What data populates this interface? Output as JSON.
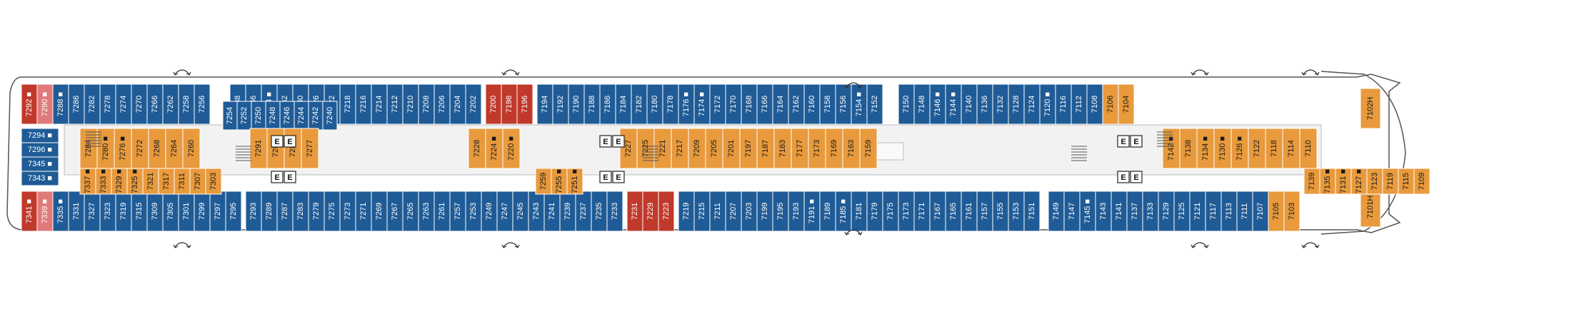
{
  "colors": {
    "balcony": "#1f5b96",
    "oceanview": "#e89a3c",
    "suite": "#c0392b",
    "suite_light": "#e07a7a",
    "hull": "#ffffff",
    "hull_stroke": "#555555",
    "corridor": "#f2f2f2",
    "text_light": "#ffffff",
    "text_dark": "#1a1a1a"
  },
  "icons": {
    "elevator": "E",
    "stairs": "stairs-icon",
    "muster": "lifeboat-arrows-icon",
    "accessible": "wheelchair-icon"
  },
  "deck_plan": {
    "upper_outer": [
      {
        "n": "7292",
        "c": "suite",
        "m": "■"
      },
      {
        "n": "7290",
        "c": "suite_light",
        "m": "■"
      },
      {
        "n": "7288",
        "c": "balcony",
        "m": "■"
      },
      {
        "n": "7286",
        "c": "balcony"
      },
      {
        "n": "7282",
        "c": "balcony"
      },
      {
        "n": "7278",
        "c": "balcony"
      },
      {
        "n": "7274",
        "c": "balcony"
      },
      {
        "n": "7270",
        "c": "balcony"
      },
      {
        "n": "7266",
        "c": "balcony"
      },
      {
        "n": "7262",
        "c": "balcony"
      },
      {
        "n": "7258",
        "c": "balcony"
      },
      {
        "n": "7256",
        "c": "balcony"
      },
      {
        "n": "7238",
        "c": "balcony"
      },
      {
        "n": "7236",
        "c": "balcony"
      },
      {
        "n": "7234",
        "c": "balcony",
        "m": "■"
      },
      {
        "n": "7232",
        "c": "balcony"
      },
      {
        "n": "7230",
        "c": "balcony"
      },
      {
        "n": "7226",
        "c": "balcony"
      },
      {
        "n": "7222",
        "c": "balcony"
      },
      {
        "n": "7218",
        "c": "balcony"
      },
      {
        "n": "7216",
        "c": "balcony"
      },
      {
        "n": "7214",
        "c": "balcony"
      },
      {
        "n": "7212",
        "c": "balcony"
      },
      {
        "n": "7210",
        "c": "balcony"
      },
      {
        "n": "7208",
        "c": "balcony"
      },
      {
        "n": "7206",
        "c": "balcony"
      },
      {
        "n": "7204",
        "c": "balcony"
      },
      {
        "n": "7202",
        "c": "balcony"
      },
      {
        "n": "7200",
        "c": "suite"
      },
      {
        "n": "7198",
        "c": "suite"
      },
      {
        "n": "7196",
        "c": "suite"
      },
      {
        "n": "7194",
        "c": "balcony"
      },
      {
        "n": "7192",
        "c": "balcony"
      },
      {
        "n": "7190",
        "c": "balcony"
      },
      {
        "n": "7188",
        "c": "balcony"
      },
      {
        "n": "7186",
        "c": "balcony"
      },
      {
        "n": "7184",
        "c": "balcony"
      },
      {
        "n": "7182",
        "c": "balcony"
      },
      {
        "n": "7180",
        "c": "balcony"
      },
      {
        "n": "7178",
        "c": "balcony"
      },
      {
        "n": "7176",
        "c": "balcony",
        "m": "■"
      },
      {
        "n": "7174",
        "c": "balcony",
        "m": "■"
      },
      {
        "n": "7172",
        "c": "balcony"
      },
      {
        "n": "7170",
        "c": "balcony"
      },
      {
        "n": "7168",
        "c": "balcony"
      },
      {
        "n": "7166",
        "c": "balcony"
      },
      {
        "n": "7164",
        "c": "balcony"
      },
      {
        "n": "7162",
        "c": "balcony"
      },
      {
        "n": "7160",
        "c": "balcony"
      },
      {
        "n": "7158",
        "c": "balcony"
      },
      {
        "n": "7156",
        "c": "balcony"
      },
      {
        "n": "7154",
        "c": "balcony",
        "m": "■"
      },
      {
        "n": "7152",
        "c": "balcony"
      },
      {
        "n": "7150",
        "c": "balcony"
      },
      {
        "n": "7148",
        "c": "balcony"
      },
      {
        "n": "7146",
        "c": "balcony",
        "m": "■"
      },
      {
        "n": "7144",
        "c": "balcony",
        "m": "■"
      },
      {
        "n": "7140",
        "c": "balcony"
      },
      {
        "n": "7136",
        "c": "balcony"
      },
      {
        "n": "7132",
        "c": "balcony"
      },
      {
        "n": "7128",
        "c": "balcony"
      },
      {
        "n": "7124",
        "c": "balcony"
      },
      {
        "n": "7120",
        "c": "balcony",
        "m": "■"
      },
      {
        "n": "7116",
        "c": "balcony"
      },
      {
        "n": "7112",
        "c": "balcony"
      },
      {
        "n": "7108",
        "c": "balcony"
      },
      {
        "n": "7106",
        "c": "oceanview"
      },
      {
        "n": "7104",
        "c": "oceanview"
      },
      {
        "n": "7102H",
        "c": "oceanview"
      }
    ],
    "lower_outer": [
      {
        "n": "7341",
        "c": "suite",
        "m": "■"
      },
      {
        "n": "7339",
        "c": "suite_light",
        "m": "■"
      },
      {
        "n": "7335",
        "c": "balcony",
        "m": "■"
      },
      {
        "n": "7331",
        "c": "balcony"
      },
      {
        "n": "7327",
        "c": "balcony"
      },
      {
        "n": "7323",
        "c": "balcony"
      },
      {
        "n": "7319",
        "c": "balcony"
      },
      {
        "n": "7315",
        "c": "balcony"
      },
      {
        "n": "7309",
        "c": "balcony"
      },
      {
        "n": "7305",
        "c": "balcony"
      },
      {
        "n": "7301",
        "c": "balcony"
      },
      {
        "n": "7299",
        "c": "balcony"
      },
      {
        "n": "7297",
        "c": "balcony"
      },
      {
        "n": "7295",
        "c": "balcony"
      },
      {
        "n": "7293",
        "c": "balcony"
      },
      {
        "n": "7289",
        "c": "balcony"
      },
      {
        "n": "7287",
        "c": "balcony"
      },
      {
        "n": "7283",
        "c": "balcony"
      },
      {
        "n": "7279",
        "c": "balcony"
      },
      {
        "n": "7275",
        "c": "balcony"
      },
      {
        "n": "7273",
        "c": "balcony"
      },
      {
        "n": "7271",
        "c": "balcony"
      },
      {
        "n": "7269",
        "c": "balcony"
      },
      {
        "n": "7267",
        "c": "balcony"
      },
      {
        "n": "7265",
        "c": "balcony"
      },
      {
        "n": "7263",
        "c": "balcony"
      },
      {
        "n": "7261",
        "c": "balcony"
      },
      {
        "n": "7257",
        "c": "balcony"
      },
      {
        "n": "7253",
        "c": "balcony"
      },
      {
        "n": "7249",
        "c": "balcony"
      },
      {
        "n": "7247",
        "c": "balcony"
      },
      {
        "n": "7245",
        "c": "balcony"
      },
      {
        "n": "7243",
        "c": "balcony"
      },
      {
        "n": "7241",
        "c": "balcony"
      },
      {
        "n": "7239",
        "c": "balcony"
      },
      {
        "n": "7237",
        "c": "balcony"
      },
      {
        "n": "7235",
        "c": "balcony"
      },
      {
        "n": "7233",
        "c": "balcony"
      },
      {
        "n": "7231",
        "c": "suite"
      },
      {
        "n": "7229",
        "c": "suite"
      },
      {
        "n": "7223",
        "c": "suite"
      },
      {
        "n": "7219",
        "c": "balcony"
      },
      {
        "n": "7215",
        "c": "balcony"
      },
      {
        "n": "7211",
        "c": "balcony"
      },
      {
        "n": "7207",
        "c": "balcony"
      },
      {
        "n": "7203",
        "c": "balcony"
      },
      {
        "n": "7199",
        "c": "balcony"
      },
      {
        "n": "7195",
        "c": "balcony"
      },
      {
        "n": "7193",
        "c": "balcony"
      },
      {
        "n": "7191",
        "c": "balcony",
        "m": "■"
      },
      {
        "n": "7189",
        "c": "balcony"
      },
      {
        "n": "7185",
        "c": "balcony",
        "m": "■"
      },
      {
        "n": "7181",
        "c": "balcony"
      },
      {
        "n": "7179",
        "c": "balcony"
      },
      {
        "n": "7175",
        "c": "balcony"
      },
      {
        "n": "7173",
        "c": "balcony"
      },
      {
        "n": "7171",
        "c": "balcony"
      },
      {
        "n": "7167",
        "c": "balcony"
      },
      {
        "n": "7165",
        "c": "balcony"
      },
      {
        "n": "7161",
        "c": "balcony"
      },
      {
        "n": "7157",
        "c": "balcony"
      },
      {
        "n": "7155",
        "c": "balcony"
      },
      {
        "n": "7153",
        "c": "balcony"
      },
      {
        "n": "7151",
        "c": "balcony"
      },
      {
        "n": "7149",
        "c": "balcony"
      },
      {
        "n": "7147",
        "c": "balcony"
      },
      {
        "n": "7145",
        "c": "balcony",
        "m": "■"
      },
      {
        "n": "7143",
        "c": "balcony"
      },
      {
        "n": "7141",
        "c": "balcony"
      },
      {
        "n": "7137",
        "c": "balcony"
      },
      {
        "n": "7133",
        "c": "balcony"
      },
      {
        "n": "7129",
        "c": "balcony"
      },
      {
        "n": "7125",
        "c": "balcony"
      },
      {
        "n": "7121",
        "c": "balcony"
      },
      {
        "n": "7117",
        "c": "balcony"
      },
      {
        "n": "7113",
        "c": "balcony"
      },
      {
        "n": "7111",
        "c": "balcony"
      },
      {
        "n": "7107",
        "c": "balcony"
      },
      {
        "n": "7105",
        "c": "oceanview"
      },
      {
        "n": "7103",
        "c": "oceanview"
      },
      {
        "n": "7101H",
        "c": "oceanview"
      }
    ],
    "aft_suites": [
      {
        "n": "7294",
        "c": "balcony",
        "m": "■"
      },
      {
        "n": "7296",
        "c": "balcony",
        "m": "■"
      },
      {
        "n": "7345",
        "c": "balcony",
        "m": "■"
      },
      {
        "n": "7343",
        "c": "balcony",
        "m": "■"
      }
    ],
    "inner_upper": [
      {
        "n": "7284",
        "c": "oceanview"
      },
      {
        "n": "7280",
        "c": "oceanview",
        "m": "■"
      },
      {
        "n": "7276",
        "c": "oceanview",
        "m": "■"
      },
      {
        "n": "7272",
        "c": "oceanview"
      },
      {
        "n": "7268",
        "c": "oceanview"
      },
      {
        "n": "7264",
        "c": "oceanview"
      },
      {
        "n": "7260",
        "c": "oceanview"
      },
      {
        "n": "7291",
        "c": "oceanview"
      },
      {
        "n": "7287",
        "c": "oceanview"
      },
      {
        "n": "7281",
        "c": "oceanview"
      },
      {
        "n": "7277",
        "c": "oceanview"
      },
      {
        "n": "7228",
        "c": "oceanview"
      },
      {
        "n": "7224",
        "c": "oceanview",
        "m": "■"
      },
      {
        "n": "7220",
        "c": "oceanview",
        "m": "■"
      },
      {
        "n": "7227",
        "c": "oceanview"
      },
      {
        "n": "7225",
        "c": "oceanview"
      },
      {
        "n": "7221",
        "c": "oceanview"
      },
      {
        "n": "7217",
        "c": "oceanview"
      },
      {
        "n": "7209",
        "c": "oceanview"
      },
      {
        "n": "7205",
        "c": "oceanview"
      },
      {
        "n": "7201",
        "c": "oceanview"
      },
      {
        "n": "7197",
        "c": "oceanview"
      },
      {
        "n": "7187",
        "c": "oceanview"
      },
      {
        "n": "7183",
        "c": "oceanview"
      },
      {
        "n": "7177",
        "c": "oceanview"
      },
      {
        "n": "7173",
        "c": "oceanview"
      },
      {
        "n": "7169",
        "c": "oceanview"
      },
      {
        "n": "7163",
        "c": "oceanview"
      },
      {
        "n": "7159",
        "c": "oceanview"
      },
      {
        "n": "7142",
        "c": "oceanview",
        "m": "■"
      },
      {
        "n": "7138",
        "c": "oceanview"
      },
      {
        "n": "7134",
        "c": "oceanview",
        "m": "■"
      },
      {
        "n": "7130",
        "c": "oceanview",
        "m": "■"
      },
      {
        "n": "7126",
        "c": "oceanview",
        "m": "■"
      },
      {
        "n": "7122",
        "c": "oceanview"
      },
      {
        "n": "7118",
        "c": "oceanview"
      },
      {
        "n": "7114",
        "c": "oceanview"
      },
      {
        "n": "7110",
        "c": "oceanview"
      }
    ],
    "inner_lower": [
      {
        "n": "7337",
        "c": "oceanview",
        "m": "■"
      },
      {
        "n": "7333",
        "c": "oceanview",
        "m": "■"
      },
      {
        "n": "7329",
        "c": "oceanview",
        "m": "■"
      },
      {
        "n": "7325",
        "c": "oceanview",
        "m": "■"
      },
      {
        "n": "7321",
        "c": "oceanview"
      },
      {
        "n": "7317",
        "c": "oceanview"
      },
      {
        "n": "7311",
        "c": "oceanview"
      },
      {
        "n": "7307",
        "c": "oceanview"
      },
      {
        "n": "7303",
        "c": "oceanview"
      },
      {
        "n": "7259",
        "c": "oceanview"
      },
      {
        "n": "7255",
        "c": "oceanview",
        "m": "■"
      },
      {
        "n": "7251",
        "c": "oceanview",
        "m": "■"
      },
      {
        "n": "7139",
        "c": "oceanview"
      },
      {
        "n": "7135",
        "c": "oceanview",
        "m": "■"
      },
      {
        "n": "7131",
        "c": "oceanview",
        "m": "■"
      },
      {
        "n": "7127",
        "c": "oceanview",
        "m": "■"
      },
      {
        "n": "7123",
        "c": "oceanview"
      },
      {
        "n": "7119",
        "c": "oceanview"
      },
      {
        "n": "7115",
        "c": "oceanview"
      },
      {
        "n": "7109",
        "c": "oceanview"
      }
    ],
    "mid_cabins": [
      {
        "n": "7254",
        "c": "balcony"
      },
      {
        "n": "7252",
        "c": "balcony"
      },
      {
        "n": "7250",
        "c": "balcony"
      },
      {
        "n": "7248",
        "c": "balcony"
      },
      {
        "n": "7246",
        "c": "balcony"
      },
      {
        "n": "7244",
        "c": "balcony"
      },
      {
        "n": "7242",
        "c": "balcony"
      },
      {
        "n": "7240",
        "c": "balcony"
      }
    ],
    "elevator_label": "E"
  }
}
